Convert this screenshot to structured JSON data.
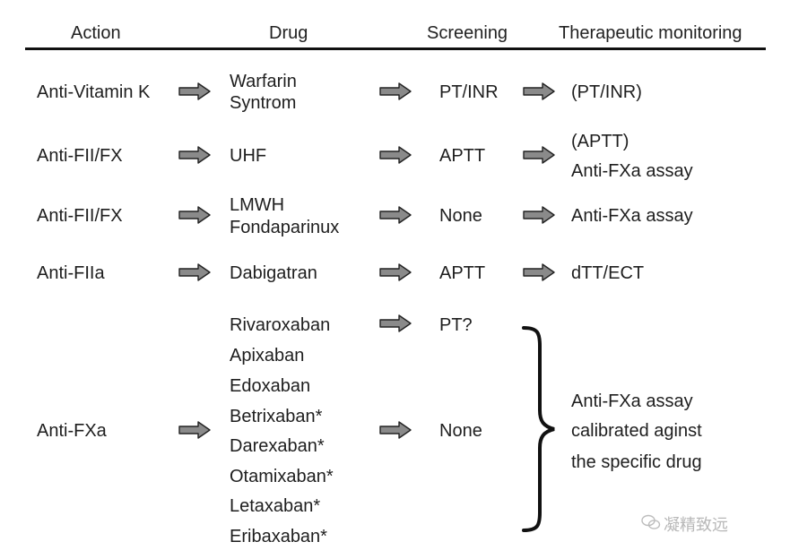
{
  "headers": {
    "action": "Action",
    "drug": "Drug",
    "screening": "Screening",
    "monitoring": "Therapeutic monitoring"
  },
  "rows": [
    {
      "action": "Anti-Vitamin K",
      "drugs": [
        "Warfarin",
        "Syntrom"
      ],
      "screening": "PT/INR",
      "monitoring": [
        "(PT/INR)"
      ]
    },
    {
      "action": "Anti-FII/FX",
      "drugs": [
        "UHF"
      ],
      "screening": "APTT",
      "monitoring": [
        "(APTT)",
        "Anti-FXa assay"
      ]
    },
    {
      "action": "Anti-FII/FX",
      "drugs": [
        "LMWH",
        "Fondaparinux"
      ],
      "screening": "None",
      "monitoring": [
        "Anti-FXa assay"
      ]
    },
    {
      "action": "Anti-FIIa",
      "drugs": [
        "Dabigatran"
      ],
      "screening": "APTT",
      "monitoring": [
        "dTT/ECT"
      ]
    },
    {
      "action": "Anti-FXa",
      "drugs": [
        "Rivaroxaban",
        "Apixaban",
        "Edoxaban",
        "Betrixaban*",
        "Darexaban*",
        "Otamixaban*",
        "Letaxaban*",
        "Eribaxaban*"
      ],
      "screening_first": "PT?",
      "screening": "None",
      "monitoring": [
        "Anti-FXa assay",
        "calibrated aginst",
        "the specific drug"
      ]
    }
  ],
  "watermark": "凝精致远",
  "colors": {
    "arrow_fill": "#8a8a8a",
    "arrow_stroke": "#222222",
    "text": "#1e1e1e",
    "watermark": "#b8b8b8"
  }
}
